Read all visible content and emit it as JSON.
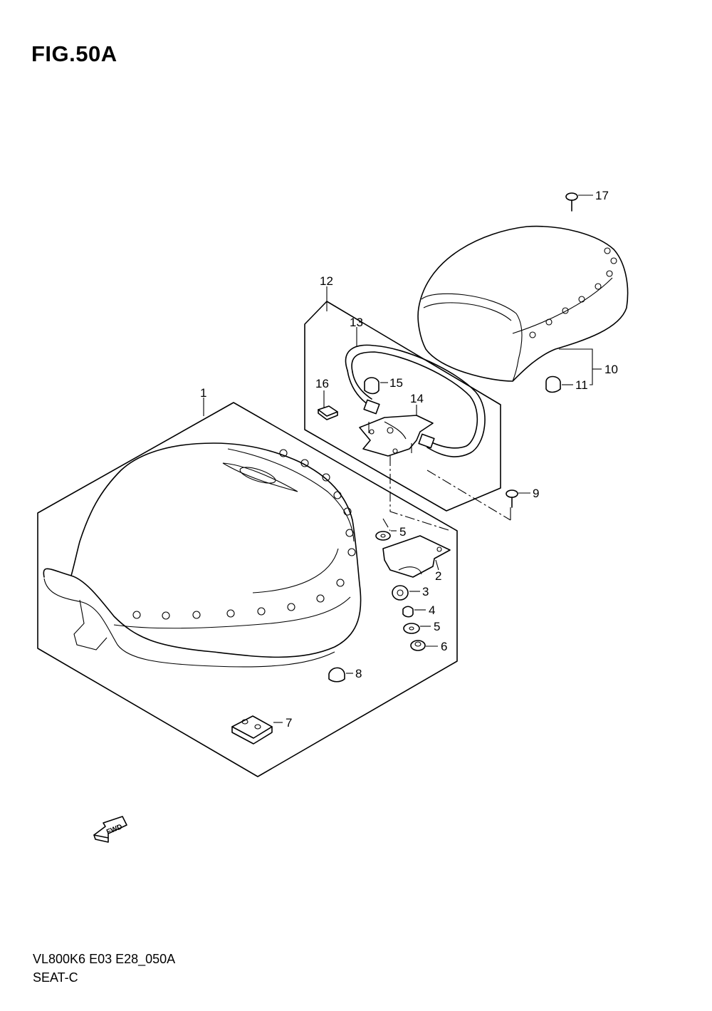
{
  "figure": {
    "title": "FIG.50A"
  },
  "footer": {
    "code": "VL800K6 E03 E28_050A",
    "name": "SEAT-C"
  },
  "fwd_label": "FWD",
  "callouts": [
    {
      "key": "c1",
      "number": "1"
    },
    {
      "key": "c2",
      "number": "2"
    },
    {
      "key": "c3",
      "number": "3"
    },
    {
      "key": "c4",
      "number": "4"
    },
    {
      "key": "c5a",
      "number": "5"
    },
    {
      "key": "c5b",
      "number": "5"
    },
    {
      "key": "c6",
      "number": "6"
    },
    {
      "key": "c7",
      "number": "7"
    },
    {
      "key": "c8",
      "number": "8"
    },
    {
      "key": "c9",
      "number": "9"
    },
    {
      "key": "c10",
      "number": "10"
    },
    {
      "key": "c11",
      "number": "11"
    },
    {
      "key": "c12",
      "number": "12"
    },
    {
      "key": "c13",
      "number": "13"
    },
    {
      "key": "c14",
      "number": "14"
    },
    {
      "key": "c15",
      "number": "15"
    },
    {
      "key": "c16",
      "number": "16"
    },
    {
      "key": "c17",
      "number": "17"
    }
  ]
}
